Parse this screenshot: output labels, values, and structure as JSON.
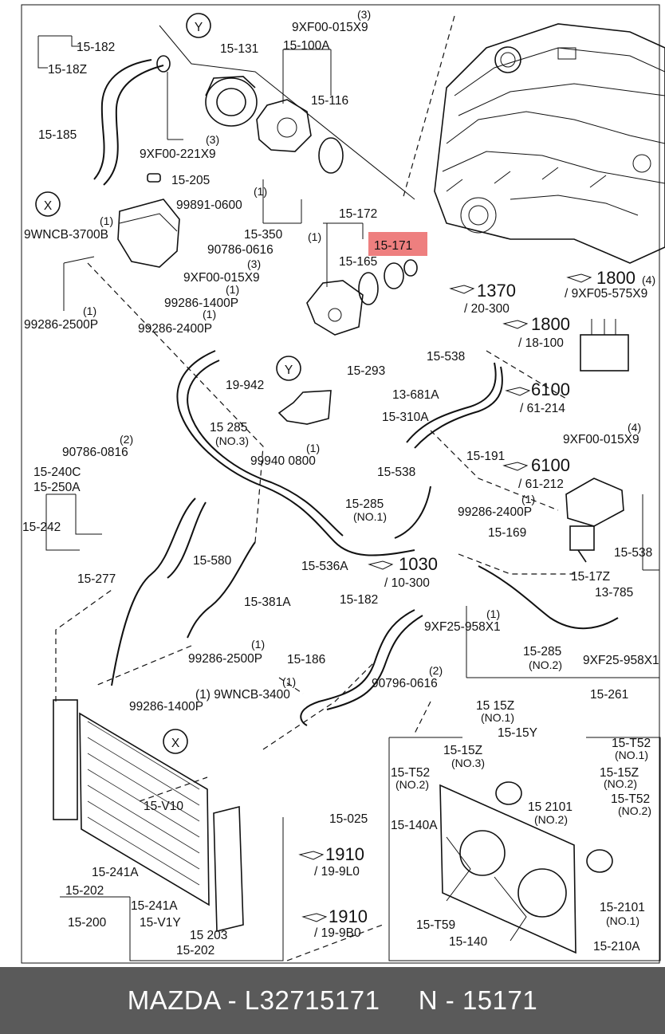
{
  "highlight_color": "#ee7f7f",
  "footer_bg": "#5a5a5a",
  "footer": {
    "text": "MAZDA - L32715171     N - 15171"
  },
  "markers": {
    "x": "X",
    "y": "Y"
  },
  "labels": {
    "p15182a": "15-182",
    "p1518z": "15-18Z",
    "p15185": "15-185",
    "p15131": "15-131",
    "p15100a": "15-100A",
    "p15116": "15-116",
    "q3a": "(3)",
    "p9xf015a": "9XF00-015X9",
    "q3b": "(3)",
    "p9xf221": "9XF00-221X9",
    "p15205": "15-205",
    "q1a": "(1)",
    "p99891": "99891-0600",
    "p15350": "15-350",
    "q1b": "(1)",
    "p9wncb37": "9WNCB-3700B",
    "p90786a": "90786-0616",
    "q1c": "(1)",
    "q3c": "(3)",
    "p9xf015b": "9XF00-015X9",
    "q1d": "(1)",
    "p992861400a": "99286-1400P",
    "q1e": "(1)",
    "p992862500a": "99286-2500P",
    "p15172": "15-172",
    "p15171": "15-171",
    "p15165": "15-165",
    "r1370": "1370",
    "r20300": "/ 20-300",
    "r1800a": "1800",
    "q4a": "(4)",
    "p9xf05": "/ 9XF05-575X9",
    "r1800b": "1800",
    "r18100": "/ 18-100",
    "q1f": "(1)",
    "p992862400a": "99286-2400P",
    "p15538a": "15-538",
    "marker_y2": "Y",
    "p15293": "15-293",
    "p19942": "19-942",
    "p13681a": "13-681A",
    "r6100a": "6100",
    "r61214": "/ 61-214",
    "p15285a": "15 285",
    "n3": "(NO.3)",
    "p15310a": "15-310A",
    "q1g": "(1)",
    "p99940": "99940 0800",
    "p15538b": "15-538",
    "p15191": "15-191",
    "q4b": "(4)",
    "p9xf015c": "9XF00-015X9",
    "r6100b": "6100",
    "r61212": "/ 61-212",
    "q2a": "(2)",
    "p90786b": "90786-0816",
    "p15240c": "15-240C",
    "p15250a": "15-250A",
    "p15242": "15-242",
    "p15285b": "15-285",
    "n1": "(NO.1)",
    "q1h": "(1)",
    "p992862400b": "99286-2400P",
    "p15169": "15-169",
    "p15538c": "15-538",
    "p15277": "15-277",
    "p15580": "15-580",
    "p15381a": "15-381A",
    "p15536a": "15-536A",
    "r1030": "1030",
    "r10300": "/ 10-300",
    "p1517z": "15-17Z",
    "p13785": "13-785",
    "p15182b": "15-182",
    "q1i": "(1)",
    "p9xf25a": "9XF25-958X1",
    "q1j": "(1)",
    "p992862500b": "99286-2500P",
    "p15186": "15-186",
    "p15285c": "15-285",
    "n2": "(NO.2)",
    "p9xf25b": "9XF25-958X1",
    "q2b": "(2)",
    "p90796": "90796-0616",
    "q1k": "(1)",
    "p9wncb34": "(1) 9WNCB-3400",
    "p992861400b": "99286-1400P",
    "p15261": "15-261",
    "p1515z1": "15 15Z",
    "n1b": "(NO.1)",
    "p1515y": "15-15Y",
    "p15t52a": "15-T52",
    "n1c": "(NO.1)",
    "p1515z3": "15-15Z",
    "n3b": "(NO.3)",
    "p15t52b": "15-T52",
    "n2b": "(NO.2)",
    "p1515z2": "15-15Z",
    "n2c": "(NO.2)",
    "p152101a": "15 2101",
    "n2d": "(NO.2)",
    "p15t52c": "15-T52",
    "n2e": "(NO.2)",
    "p15025": "15-025",
    "p15140a": "15-140A",
    "p15v10": "15-V10",
    "p15241a": "15-241A",
    "r1910a": "1910",
    "r199l0": "/ 19-9L0",
    "p15202a": "15-202",
    "p15241a2": "15-241A",
    "p152101b": "15-2101",
    "n1d": "(NO.1)",
    "p15200": "15-200",
    "p15v1y": "15-V1Y",
    "r1910b": "1910",
    "r199b0": "/ 19-9B0",
    "p15203": "15 203",
    "p15t59": "15-T59",
    "p15202b": "15-202",
    "p15140": "15-140",
    "p15210a": "15-210A"
  }
}
